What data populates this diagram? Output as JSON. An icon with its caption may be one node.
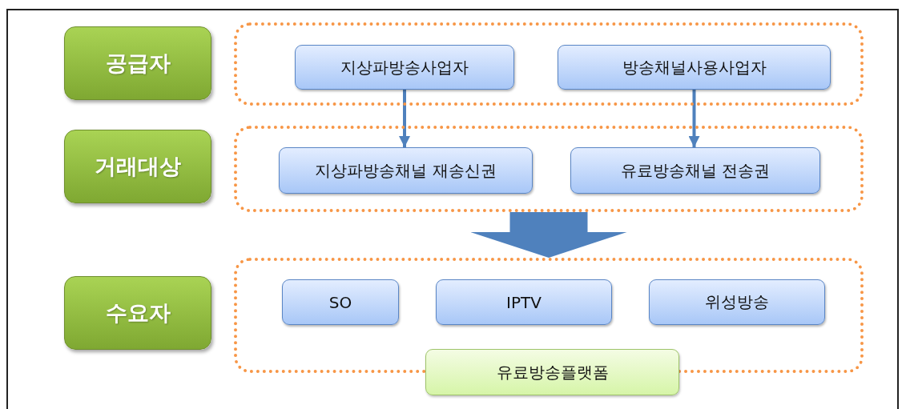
{
  "diagram": {
    "nodes": [
      {
        "text": [
          "공급자"
        ]
      },
      {
        "text": [],
        "shape": "box"
      },
      {
        "text": [
          "지상파방송사업자"
        ],
        "in": 1
      },
      {
        "text": [
          "방송채널사용사업자"
        ],
        "in": 1
      },
      {
        "text": [
          "거래대상"
        ]
      },
      {
        "text": [],
        "shape": "box"
      },
      {
        "text": [
          "지상파방송채널 재송신권"
        ],
        "in": 5
      },
      {
        "text": [
          "유료방송채널 전송권"
        ],
        "in": 5
      },
      {
        "text": [
          "수요자"
        ]
      },
      {
        "text": [],
        "shape": "box"
      },
      {
        "text": [
          "SO"
        ],
        "in": 9
      },
      {
        "text": [
          "IPTV"
        ],
        "in": 9
      },
      {
        "text": [
          "위성방송"
        ],
        "in": 9
      },
      {
        "text": [
          "유료방송플랫폼"
        ]
      }
    ],
    "edges": [
      {
        "from": 2,
        "to": 6,
        "arrow": "to"
      },
      {
        "from": 3,
        "to": 7,
        "arrow": "to"
      },
      {
        "from": 5,
        "to": 9,
        "arrow": "to",
        "style": "thick"
      }
    ]
  }
}
